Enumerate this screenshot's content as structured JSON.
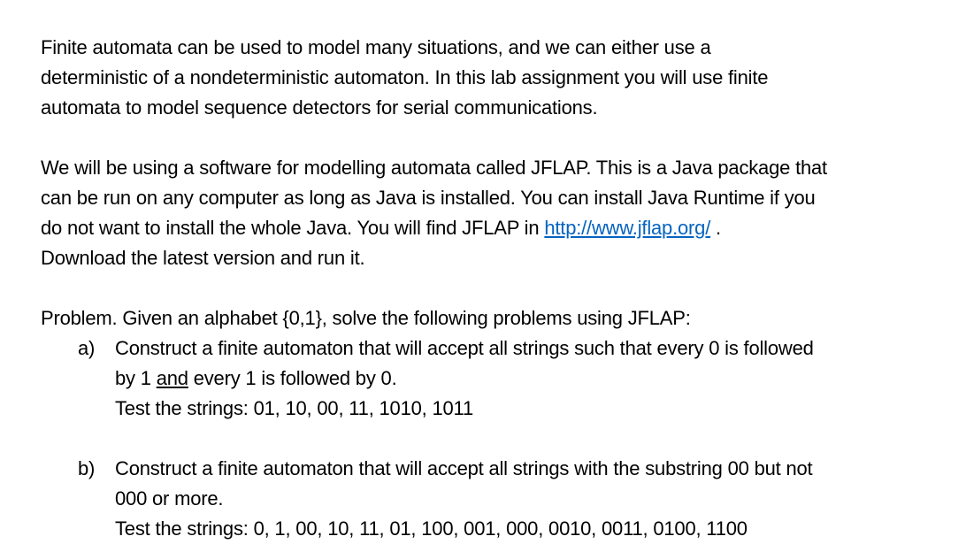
{
  "page": {
    "background_color": "#ffffff",
    "text_color": "#000000",
    "link_color": "#0563C1"
  },
  "document": {
    "paragraph1": {
      "lines": [
        "Finite automata can be used to model many situations, and we can either use a",
        "deterministic of a nondeterministic automaton. In this lab assignment you will use finite",
        "automata to model sequence detectors for serial communications."
      ]
    },
    "paragraph2": {
      "line1": "We will be using a software for modelling automata called JFLAP. This is a Java package that",
      "line2": "can be run on any computer as long as Java is installed. You can install Java Runtime if you",
      "line3_before_link": "do not want to install the whole Java. You will find JFLAP in ",
      "link_text": "http://www.jflap.org/",
      "line3_after_link": " .",
      "line4": "Download the latest version and run it."
    },
    "problem": {
      "intro": "Problem. Given an alphabet {0,1}, solve the following problems using JFLAP:",
      "item_a": {
        "marker": "a)",
        "line1": "Construct a finite automaton that will accept all strings such that every 0 is followed",
        "line2_before": "by 1 ",
        "line2_underlined": "and",
        "line2_after": " every 1 is followed by 0.",
        "line3": "Test the strings: 01, 10, 00, 11, 1010, 1011"
      },
      "item_b": {
        "marker": "b)",
        "line1": "Construct a finite automaton that will accept all strings with the substring 00 but not",
        "line2": "000 or more.",
        "line3": "Test the strings: 0, 1, 00, 10, 11, 01, 100, 001, 000, 0010, 0011, 0100, 1100"
      }
    }
  }
}
